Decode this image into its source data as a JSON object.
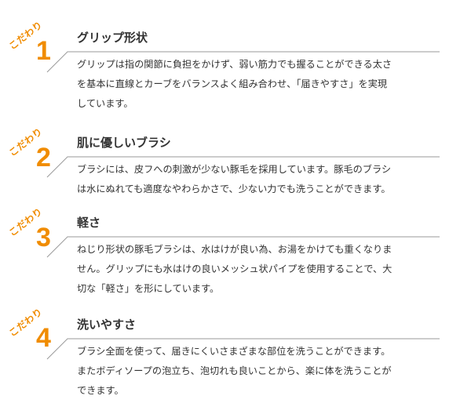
{
  "badge_label": "こだわり",
  "colors": {
    "accent": "#f08c00",
    "text": "#333333",
    "rule": "#9a9a9a"
  },
  "sections": [
    {
      "number": "1",
      "heading": "グリップ形状",
      "body": "グリップは指の関節に負担をかけず、弱い筋力でも握ることができる太さ\nを基本に直線とカーブをバランスよく組み合わせ、「届きやすさ」を実現\nしています。"
    },
    {
      "number": "2",
      "heading": "肌に優しいブラシ",
      "body": "ブラシには、皮フへの刺激が少ない豚毛を採用しています。豚毛のブラシ\nは水にぬれても適度なやわらかさで、少ない力でも洗うことができます。"
    },
    {
      "number": "3",
      "heading": "軽さ",
      "body": "ねじり形状の豚毛ブラシは、水はけが良い為、お湯をかけても重くなりま\nせん。グリップにも水はけの良いメッシュ状パイプを使用することで、大\n切な「軽さ」を形にしています。"
    },
    {
      "number": "4",
      "heading": "洗いやすさ",
      "body": "ブラシ全面を使って、届きにくいさまざまな部位を洗うことができます。\nまたボディソープの泡立ち、泡切れも良いことから、楽に体を洗うことが\nできます。"
    }
  ]
}
